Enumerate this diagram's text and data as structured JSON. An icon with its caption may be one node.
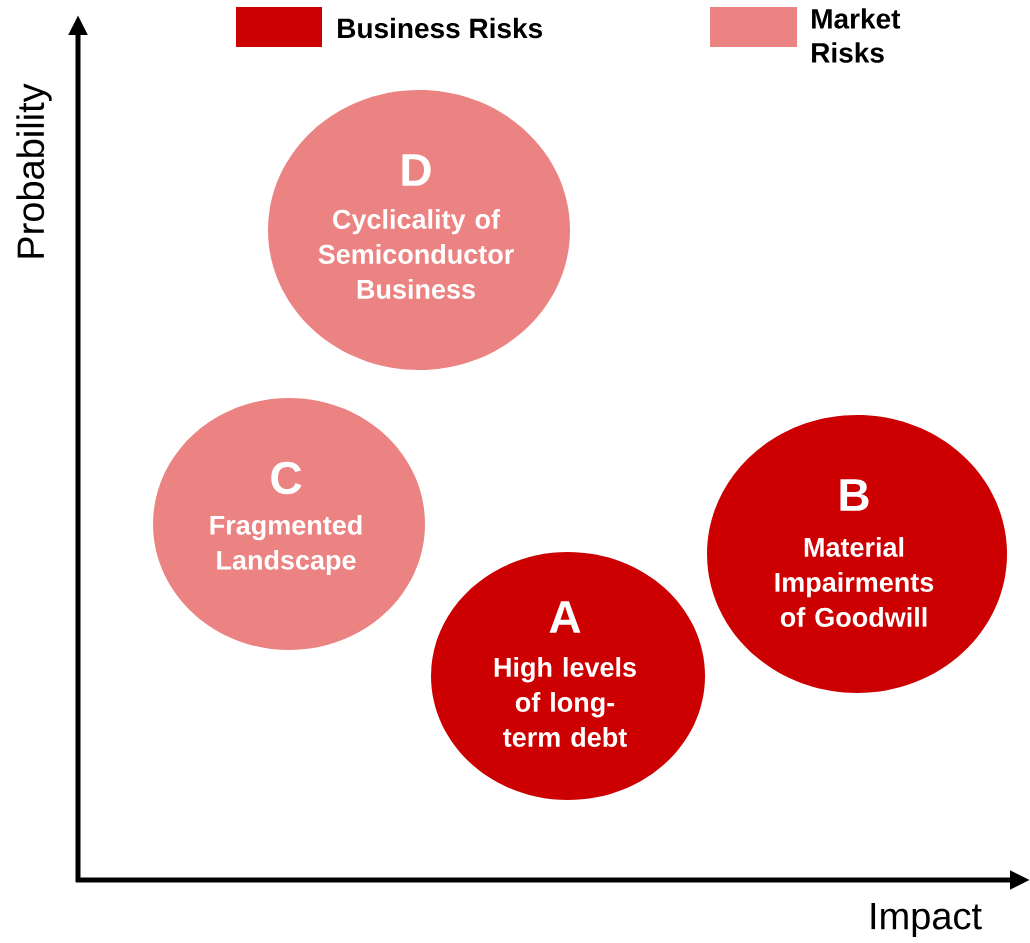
{
  "diagram": {
    "nodes": [
      {
        "text": [
          "D",
          "Cyclicality of Semiconductor Business"
        ]
      },
      {
        "text": [
          "C",
          "Fragmented Landscape"
        ]
      },
      {
        "text": [
          "B",
          "Material Impairments of Goodwill"
        ]
      },
      {
        "text": [
          "A",
          "High levels of long-term debt"
        ]
      }
    ],
    "labels": [
      "Probability",
      "Impact"
    ],
    "legend": [
      {
        "text": "Business Risks",
        "color": "#cc0000"
      },
      {
        "text": "Market Risks",
        "color": "#ec8383"
      }
    ]
  }
}
